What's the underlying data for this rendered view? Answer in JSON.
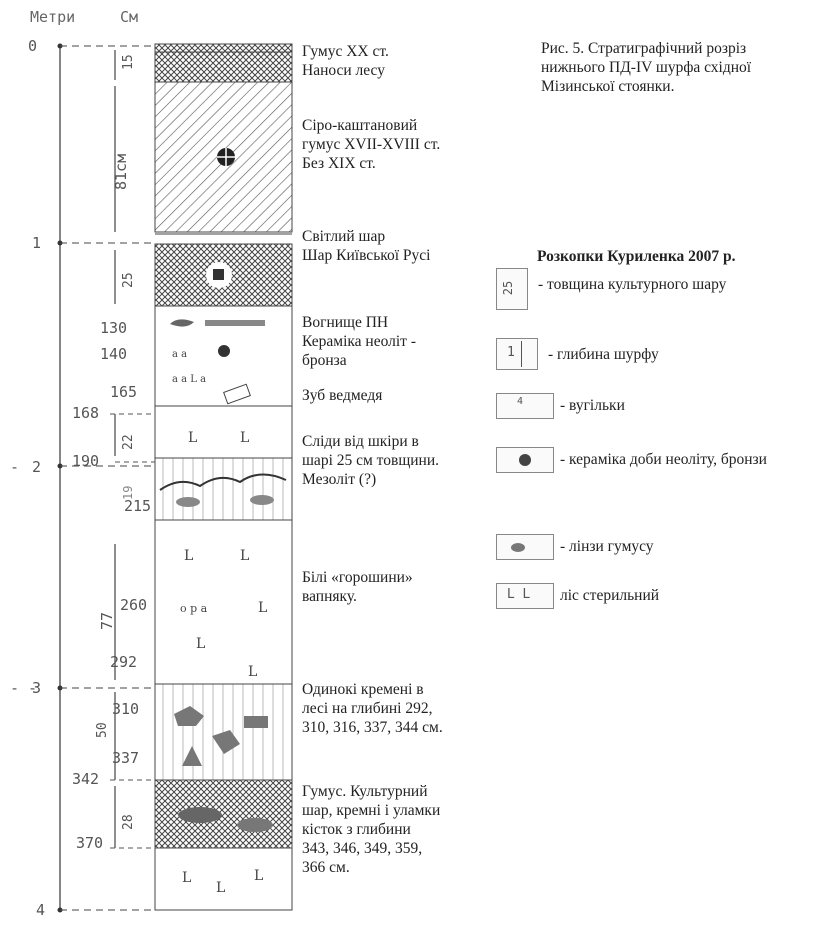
{
  "axis": {
    "unit_m": "Метри",
    "unit_cm": "См",
    "meter_marks": [
      "0",
      "1",
      "2",
      "3",
      "4"
    ]
  },
  "depth_labels": [
    "130",
    "140",
    "165",
    "168",
    "190",
    "215",
    "260",
    "292",
    "310",
    "337",
    "342",
    "370"
  ],
  "thickness_labels": [
    "15",
    "81см",
    "25",
    "22",
    "19",
    "77",
    "50",
    "28"
  ],
  "layers": [
    {
      "name": "Гумус XX ст.\nНаноси лесу"
    },
    {
      "name": "Сіро-каштановий\nгумус XVII-XVIII ст.\nБез XIX ст."
    },
    {
      "name": "Світлий шар\nШар Київської Русі"
    },
    {
      "name": "Вогнище ПН\nКераміка неоліт -\nбронза"
    },
    {
      "name": "Зуб ведмедя"
    },
    {
      "name": "Сліди від шкіри в\nшарі 25 см товщини.\nМезоліт (?)"
    },
    {
      "name": "Білі «горошини»\nвапняку."
    },
    {
      "name": "Одинокі кремені в\nлесі на глибині 292,\n310, 316, 337, 344 см."
    },
    {
      "name": "Гумус. Культурний\nшар, кремні і уламки\nкісток з глибини\n343, 346, 349, 359,\n366 см."
    }
  ],
  "caption": "Рис. 5. Стратиграфічний розріз\nнижнього ПД-IV шурфа східної\nМізинської стоянки.",
  "legend": {
    "title": "Розкопки Куриленка 2007 р.",
    "items": [
      {
        "symbol": "thickness-icon",
        "label": "- товщина культурного шару",
        "box_text": "25"
      },
      {
        "symbol": "depth-icon",
        "label": "- глибина шурфу",
        "box_text": "1"
      },
      {
        "symbol": "charcoal-icon",
        "label": "- вугільки",
        "box_text": "4"
      },
      {
        "symbol": "ceramic-icon",
        "label": "- кераміка доби неоліту, бронзи",
        "box_text": ""
      },
      {
        "symbol": "humus-lens-icon",
        "label": "- лінзи гумусу",
        "box_text": ""
      },
      {
        "symbol": "sterile-loess-icon",
        "label": "ліс стерильний",
        "box_text": "L  L"
      }
    ]
  }
}
